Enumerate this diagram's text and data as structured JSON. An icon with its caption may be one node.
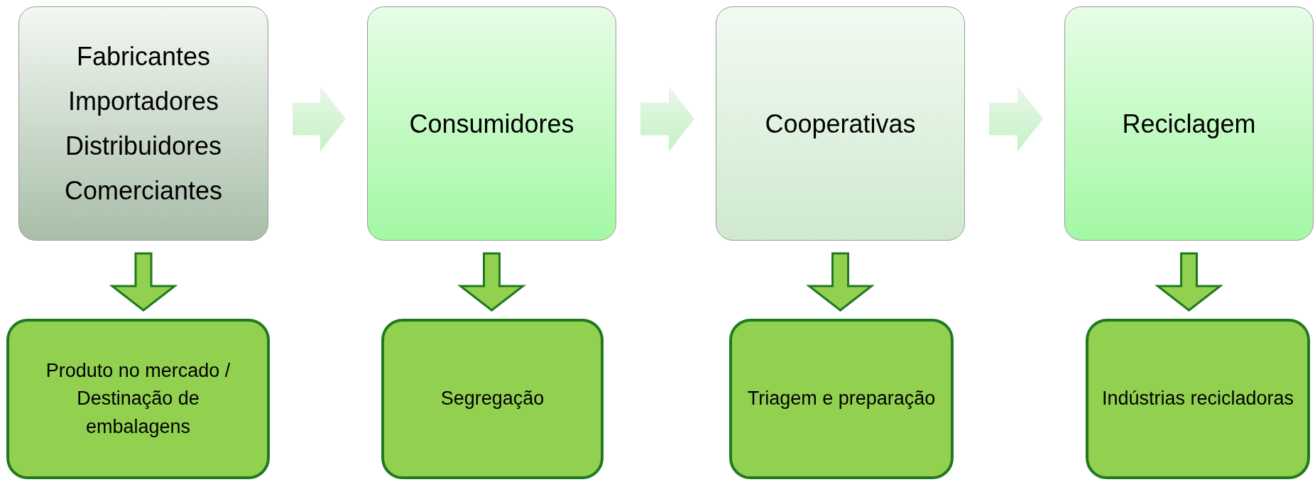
{
  "diagram": {
    "nodes": [
      {
        "text": [
          "Fabricantes",
          "Importadores",
          "Distribuidores",
          "Comerciantes"
        ]
      },
      {
        "text": [
          "Consumidores"
        ]
      },
      {
        "text": [
          "Cooperativas"
        ]
      },
      {
        "text": [
          "Reciclagem"
        ]
      },
      {
        "text": [
          "Produto no mercado / Destinação de embalagens"
        ]
      },
      {
        "text": [
          "Segregação"
        ]
      },
      {
        "text": [
          "Triagem e preparação"
        ]
      },
      {
        "text": [
          "Indústrias recicladoras"
        ]
      }
    ],
    "edges": [
      {
        "from": 0,
        "to": 1,
        "arrow": "to",
        "style": "thick",
        "color": "#c4f2c4"
      },
      {
        "from": 1,
        "to": 2,
        "arrow": "to",
        "style": "thick",
        "color": "#c4f2c4"
      },
      {
        "from": 2,
        "to": 3,
        "arrow": "to",
        "style": "thick",
        "color": "#c4f2c4"
      },
      {
        "from": 0,
        "to": 4,
        "arrow": "to",
        "style": "thick"
      },
      {
        "from": 1,
        "to": 5,
        "arrow": "to",
        "style": "thick"
      },
      {
        "from": 2,
        "to": 6,
        "arrow": "to",
        "style": "thick"
      },
      {
        "from": 3,
        "to": 7,
        "arrow": "to",
        "style": "thick"
      }
    ]
  }
}
